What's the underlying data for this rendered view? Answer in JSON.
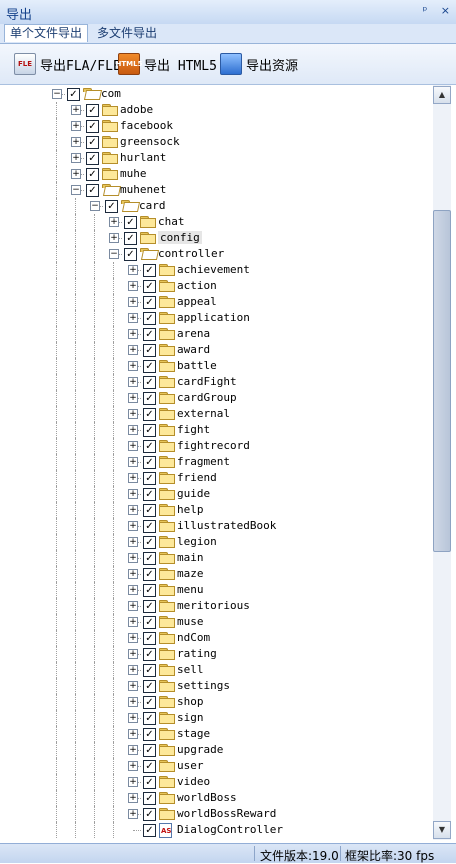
{
  "window": {
    "title": "导出",
    "pin_glyph": "ᵖ",
    "close_glyph": "×"
  },
  "tabs": [
    {
      "label": "单个文件导出",
      "active": true
    },
    {
      "label": "多文件导出",
      "active": false
    }
  ],
  "toolbar": {
    "buttons": [
      {
        "label": "导出FLA/FLE",
        "icon": "fla-file-icon",
        "badge": "FLE"
      },
      {
        "label": "导出 HTML5",
        "icon": "html5-icon",
        "badge": "HTML5"
      },
      {
        "label": "导出资源",
        "icon": "resource-export-icon",
        "badge": ""
      }
    ]
  },
  "tree": {
    "rows": [
      {
        "label": "com",
        "level": 0,
        "expanded": true,
        "checked": true
      },
      {
        "label": "adobe",
        "level": 1,
        "expanded": false,
        "checked": true
      },
      {
        "label": "facebook",
        "level": 1,
        "expanded": false,
        "checked": true
      },
      {
        "label": "greensock",
        "level": 1,
        "expanded": false,
        "checked": true
      },
      {
        "label": "hurlant",
        "level": 1,
        "expanded": false,
        "checked": true
      },
      {
        "label": "muhe",
        "level": 1,
        "expanded": false,
        "checked": true
      },
      {
        "label": "muhenet",
        "level": 1,
        "expanded": true,
        "checked": true
      },
      {
        "label": "card",
        "level": 2,
        "expanded": true,
        "checked": true
      },
      {
        "label": "chat",
        "level": 3,
        "expanded": false,
        "checked": true
      },
      {
        "label": "config",
        "level": 3,
        "expanded": false,
        "checked": true,
        "selected": true
      },
      {
        "label": "controller",
        "level": 3,
        "expanded": true,
        "checked": true
      },
      {
        "label": "achievement",
        "level": 4,
        "expanded": false,
        "checked": true
      },
      {
        "label": "action",
        "level": 4,
        "expanded": false,
        "checked": true
      },
      {
        "label": "appeal",
        "level": 4,
        "expanded": false,
        "checked": true
      },
      {
        "label": "application",
        "level": 4,
        "expanded": false,
        "checked": true
      },
      {
        "label": "arena",
        "level": 4,
        "expanded": false,
        "checked": true
      },
      {
        "label": "award",
        "level": 4,
        "expanded": false,
        "checked": true
      },
      {
        "label": "battle",
        "level": 4,
        "expanded": false,
        "checked": true
      },
      {
        "label": "cardFight",
        "level": 4,
        "expanded": false,
        "checked": true
      },
      {
        "label": "cardGroup",
        "level": 4,
        "expanded": false,
        "checked": true
      },
      {
        "label": "external",
        "level": 4,
        "expanded": false,
        "checked": true
      },
      {
        "label": "fight",
        "level": 4,
        "expanded": false,
        "checked": true
      },
      {
        "label": "fightrecord",
        "level": 4,
        "expanded": false,
        "checked": true
      },
      {
        "label": "fragment",
        "level": 4,
        "expanded": false,
        "checked": true
      },
      {
        "label": "friend",
        "level": 4,
        "expanded": false,
        "checked": true
      },
      {
        "label": "guide",
        "level": 4,
        "expanded": false,
        "checked": true
      },
      {
        "label": "help",
        "level": 4,
        "expanded": false,
        "checked": true
      },
      {
        "label": "illustratedBook",
        "level": 4,
        "expanded": false,
        "checked": true
      },
      {
        "label": "legion",
        "level": 4,
        "expanded": false,
        "checked": true
      },
      {
        "label": "main",
        "level": 4,
        "expanded": false,
        "checked": true
      },
      {
        "label": "maze",
        "level": 4,
        "expanded": false,
        "checked": true
      },
      {
        "label": "menu",
        "level": 4,
        "expanded": false,
        "checked": true
      },
      {
        "label": "meritorious",
        "level": 4,
        "expanded": false,
        "checked": true
      },
      {
        "label": "muse",
        "level": 4,
        "expanded": false,
        "checked": true
      },
      {
        "label": "ndCom",
        "level": 4,
        "expanded": false,
        "checked": true
      },
      {
        "label": "rating",
        "level": 4,
        "expanded": false,
        "checked": true
      },
      {
        "label": "sell",
        "level": 4,
        "expanded": false,
        "checked": true
      },
      {
        "label": "settings",
        "level": 4,
        "expanded": false,
        "checked": true
      },
      {
        "label": "shop",
        "level": 4,
        "expanded": false,
        "checked": true
      },
      {
        "label": "sign",
        "level": 4,
        "expanded": false,
        "checked": true
      },
      {
        "label": "stage",
        "level": 4,
        "expanded": false,
        "checked": true
      },
      {
        "label": "upgrade",
        "level": 4,
        "expanded": false,
        "checked": true
      },
      {
        "label": "user",
        "level": 4,
        "expanded": false,
        "checked": true
      },
      {
        "label": "video",
        "level": 4,
        "expanded": false,
        "checked": true
      },
      {
        "label": "worldBoss",
        "level": 4,
        "expanded": false,
        "checked": true
      },
      {
        "label": "worldBossReward",
        "level": 4,
        "expanded": false,
        "checked": true
      },
      {
        "label": "DialogController",
        "level": 4,
        "leaf": true,
        "checked": true
      }
    ]
  },
  "scrollbar": {
    "up_glyph": "▲",
    "down_glyph": "▼"
  },
  "status": {
    "file_version": "文件版本:19.0",
    "frame_rate": "框架比率:30 fps"
  }
}
